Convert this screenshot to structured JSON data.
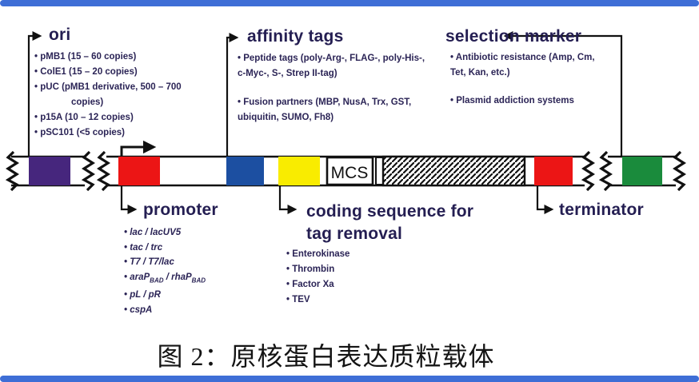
{
  "figure": {
    "caption": "图 2：原核蛋白表达质粒载体"
  },
  "sections": {
    "ori": {
      "label": "ori",
      "items": [
        "pMB1 (15 – 60 copies)",
        "ColE1 (15 – 20 copies)",
        "pUC (pMB1 derivative, 500 – 700 copies)",
        "p15A (10 – 12 copies)",
        "pSC101 (<5 copies)"
      ]
    },
    "affinity_tags": {
      "label": "affinity tags",
      "items": [
        "Peptide tags (poly-Arg-, FLAG-, poly-His-, c-Myc-, S-, Strep II-tag)",
        "Fusion partners (MBP, NusA, Trx, GST, ubiquitin, SUMO, Fh8)"
      ]
    },
    "selection_marker": {
      "label": "selection marker",
      "items": [
        "Antibiotic resistance (Amp, Cm, Tet, Kan, etc.)",
        "Plasmid addiction systems"
      ]
    },
    "promoter": {
      "label": "promoter",
      "items": [
        "lac / lacUV5",
        "tac / trc",
        "T7 / T7/lac",
        "pL / pR",
        "cspA"
      ],
      "arap": [
        "araP",
        "BAD",
        " / rhaP",
        "BAD"
      ]
    },
    "coding": {
      "label_line1": "coding sequence for",
      "label_line2": "tag removal",
      "items": [
        "Enterokinase",
        "Thrombin",
        "Factor Xa",
        "TEV"
      ]
    },
    "terminator": {
      "label": "terminator"
    }
  },
  "plasmid": {
    "mcs_label": "MCS",
    "segments": [
      "ori",
      "promoter",
      "affinity-tag",
      "protease-site",
      "mcs",
      "spacer",
      "gene-insert-hatched",
      "terminator",
      "selection-marker"
    ]
  },
  "colors": {
    "ori_segment": "#46267d",
    "promoter_segment": "#ec1515",
    "affinity_tag_segment": "#1c4fa1",
    "protease_site_segment": "#f9ec00",
    "terminator_segment": "#ec1515",
    "selection_marker_segment": "#1a8b3c",
    "outline": "#111111",
    "heading_text": "#241e52",
    "list_text": "#2b2456",
    "edge_bar": "#3e6ed6"
  }
}
